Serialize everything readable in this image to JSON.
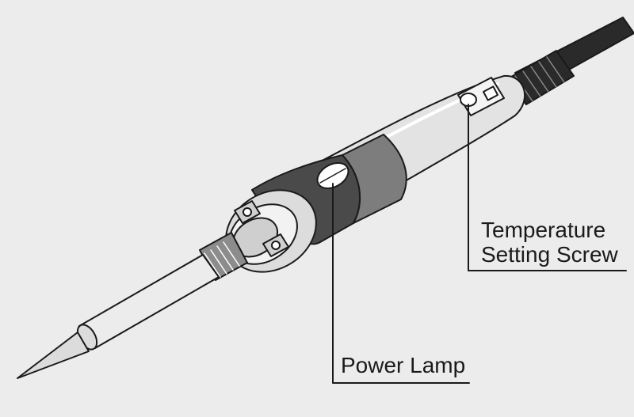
{
  "diagram": {
    "subject": "soldering iron",
    "labels": {
      "temperature_setting_screw": [
        "Temperature",
        "Setting Screw"
      ],
      "power_lamp": "Power Lamp"
    },
    "colors": {
      "background": "#ececec",
      "outline": "#1a1a1a",
      "body": "#e3e3e3",
      "grip": "#7d7d7d",
      "cord": "#2a2a2a",
      "hood": "#4a4a4a"
    }
  }
}
